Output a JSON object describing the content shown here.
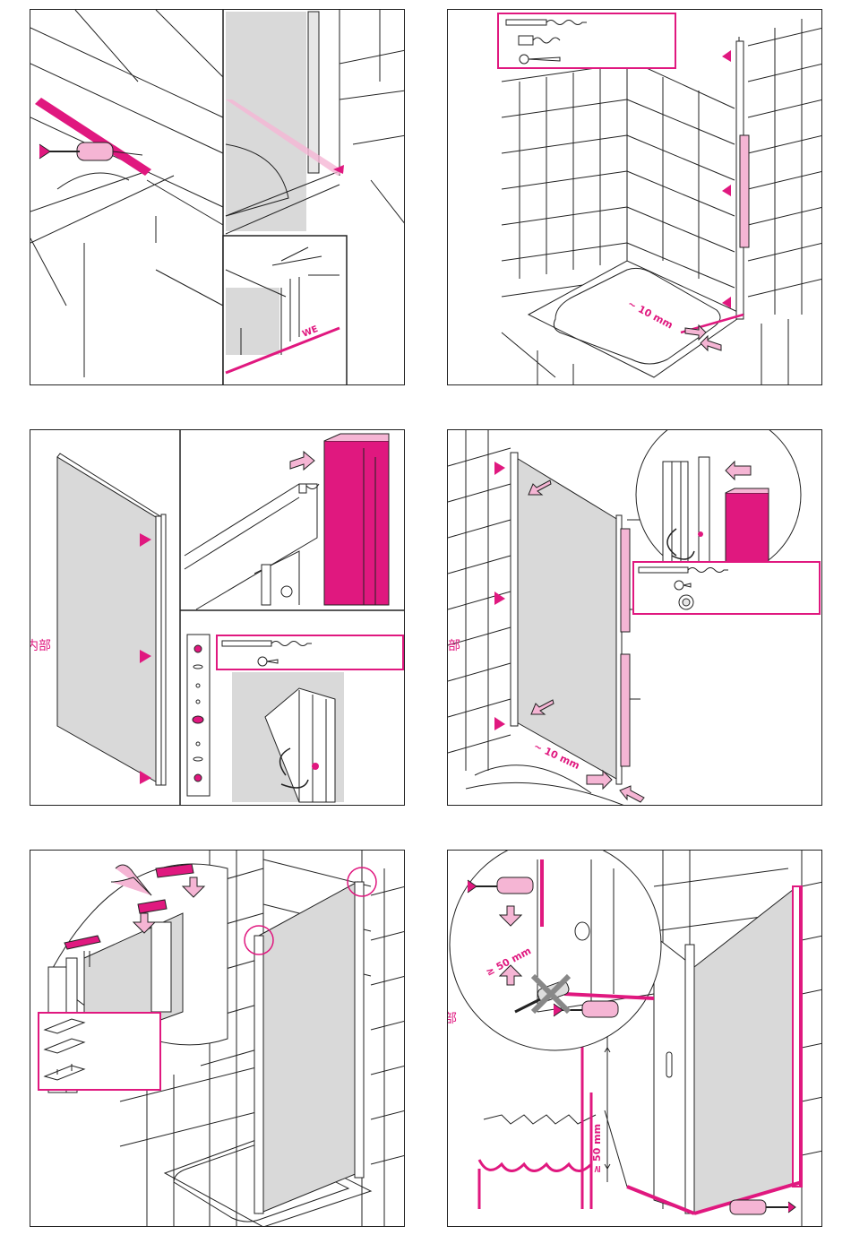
{
  "colors": {
    "accent": "#e0187f",
    "accent_light": "#f5b5d4",
    "line": "#222222",
    "glass": "#d9d9d9"
  },
  "steps": [
    {
      "id": 1,
      "icons": [
        "dowel-icon",
        "drill-icon",
        "wall-profile-icon"
      ],
      "labels": {
        "we": "WE"
      }
    },
    {
      "id": 2,
      "icons": [
        "drill-bit-icon",
        "wall-plug-icon",
        "screw-icon"
      ],
      "labels": {
        "gap": "~ 10 mm"
      }
    },
    {
      "id": 3,
      "icons": [
        "drill-bit-icon",
        "screw-icon"
      ],
      "labels": {
        "inside": "内部"
      }
    },
    {
      "id": 4,
      "icons": [
        "drill-bit-icon",
        "screw-icon",
        "cover-cap-icon"
      ],
      "labels": {
        "inside": "内部",
        "gap": "~ 10 mm"
      }
    },
    {
      "id": 5,
      "icons": [
        "pliers-icon",
        "end-cap-icon"
      ],
      "labels": {}
    },
    {
      "id": 6,
      "icons": [
        "dowel-icon",
        "screw-icon",
        "handle-icon"
      ],
      "labels": {
        "inside": "内部",
        "min_dist_top": "≥ 50 mm",
        "min_dist_bottom": "≥ 50 mm"
      }
    }
  ]
}
